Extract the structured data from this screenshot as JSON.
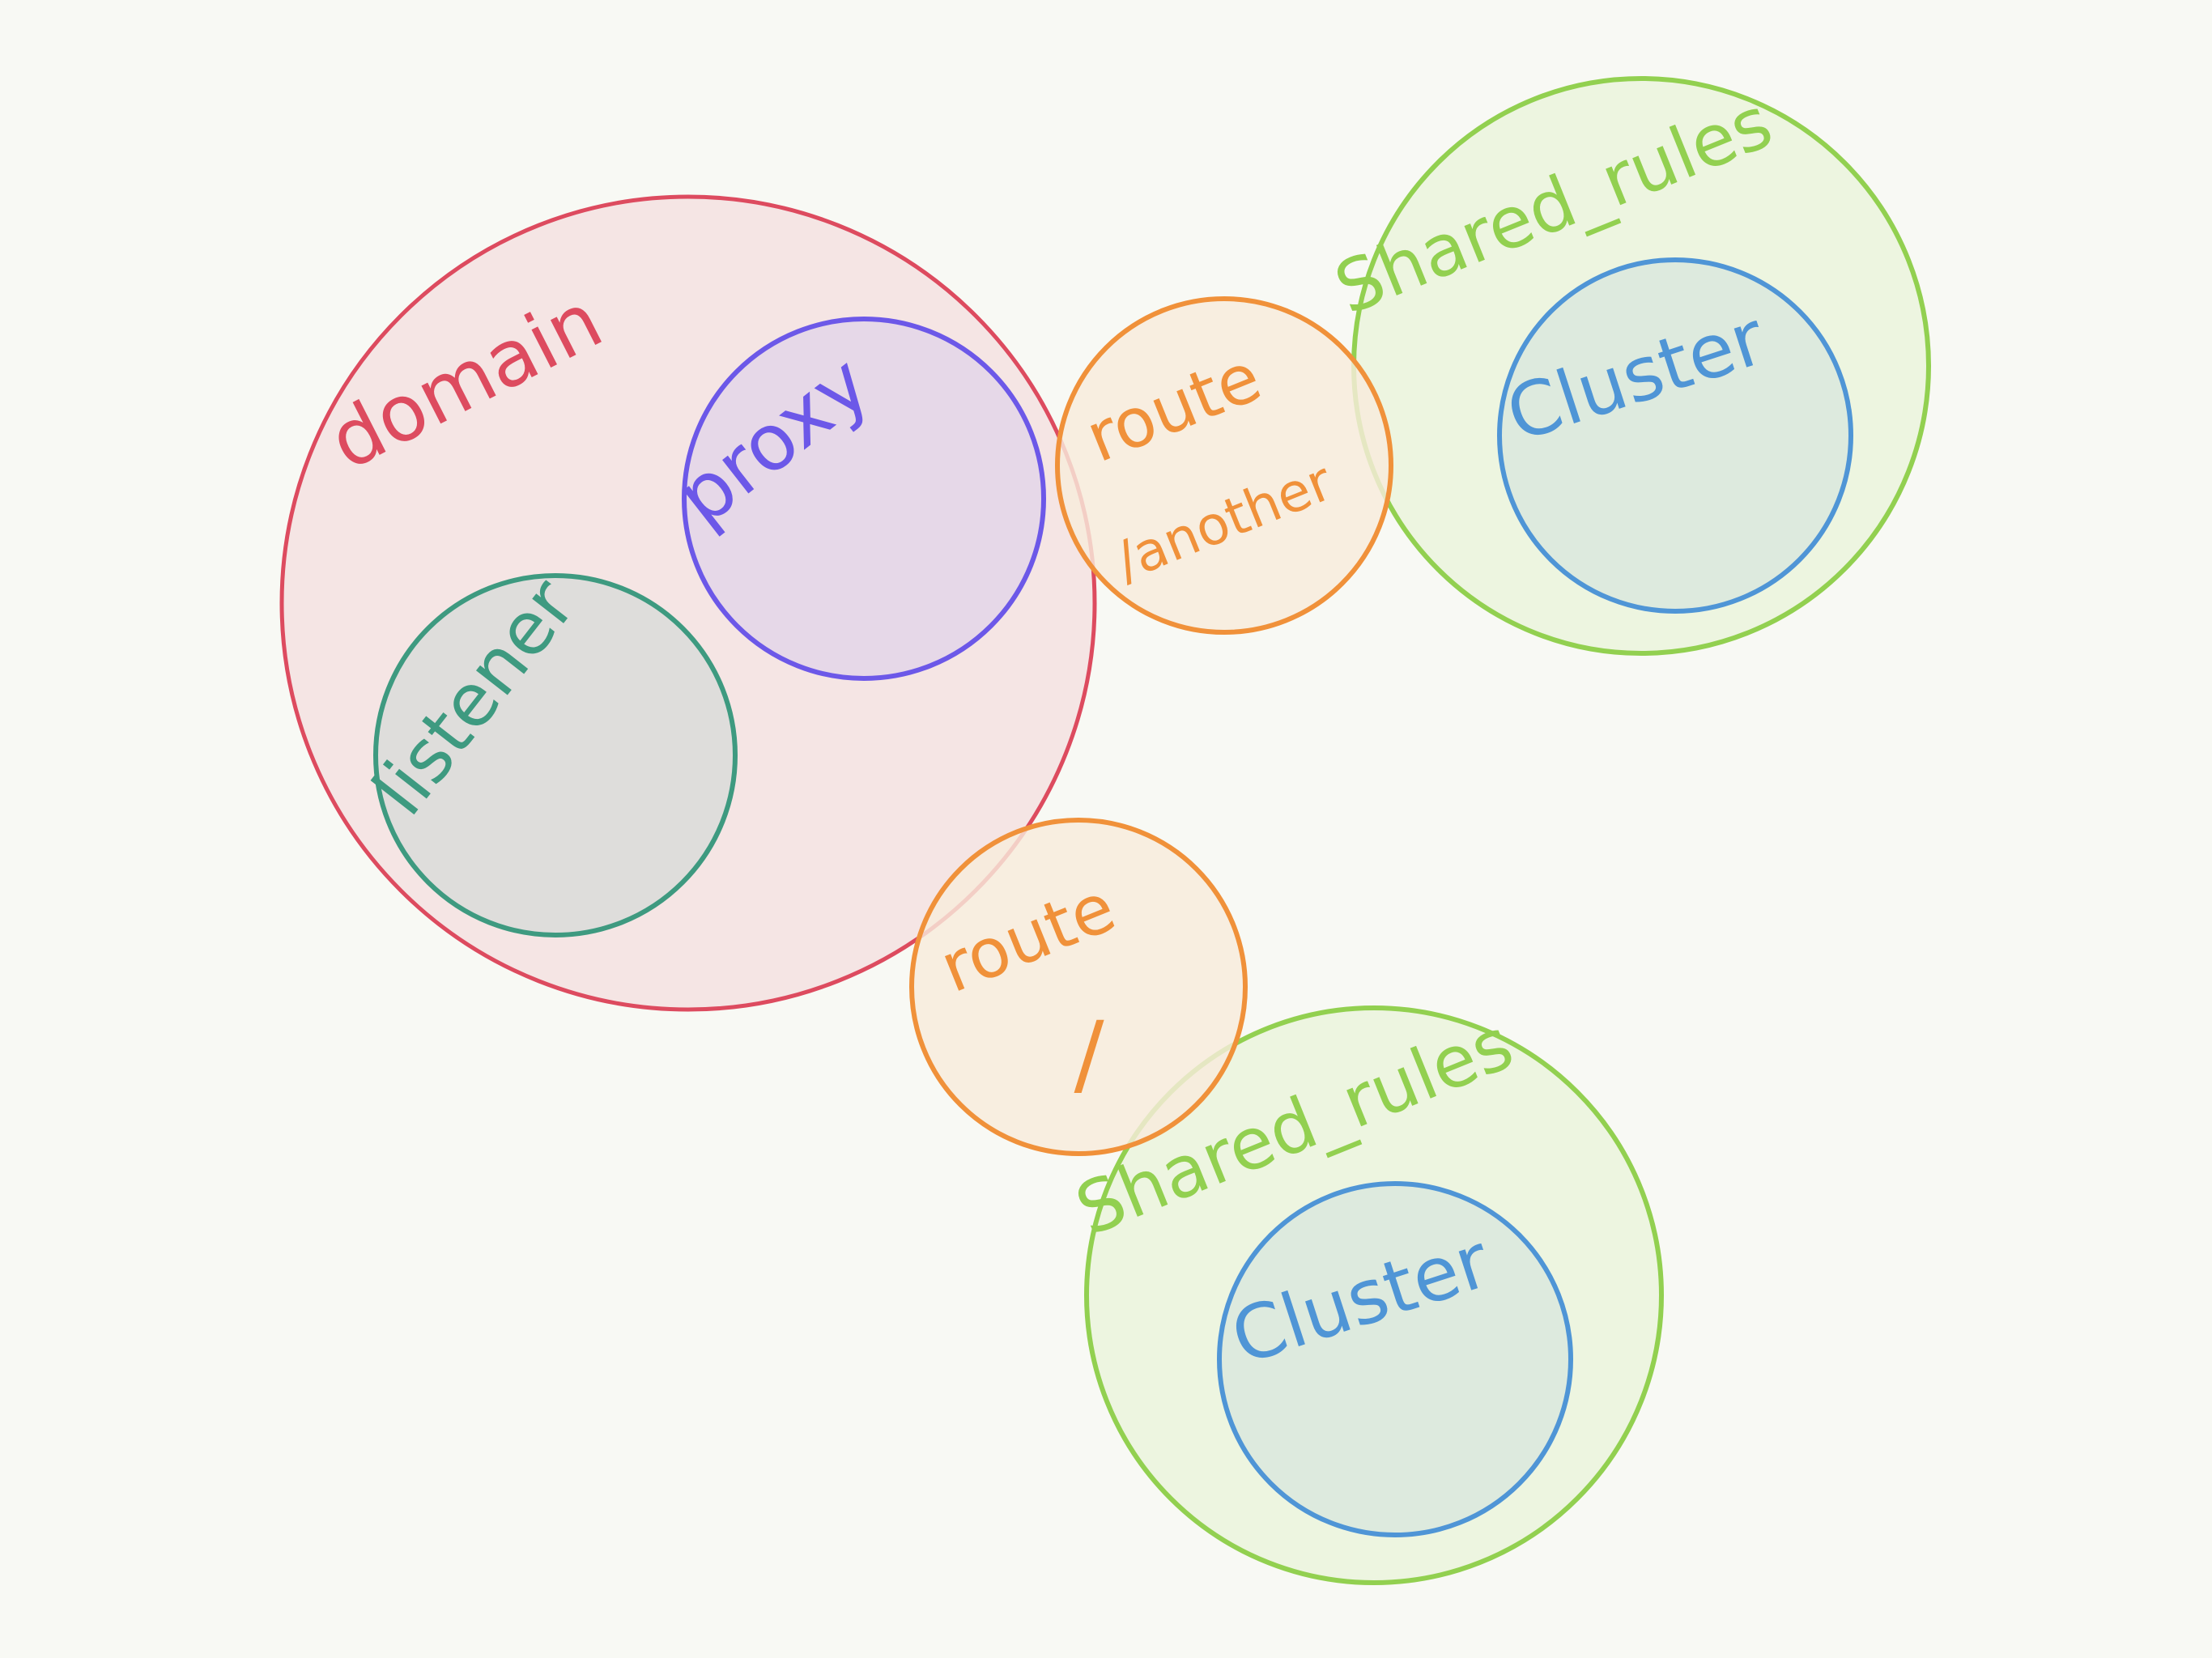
{
  "diagram": {
    "background": "#f8f9f4",
    "nodes": [
      {
        "id": "domain",
        "label": "domain",
        "stroke": "#dd4b5f",
        "fill": "#f5e5e4"
      },
      {
        "id": "proxy",
        "label": "proxy",
        "stroke": "#6c58e8",
        "fill": "#e6d8e8"
      },
      {
        "id": "listener",
        "label": "listener",
        "stroke": "#3e9a80",
        "fill": "#dedddb"
      },
      {
        "id": "route-another",
        "label": "route",
        "sublabel": "/another",
        "stroke": "#f0913a",
        "fill": "#f8ecdc"
      },
      {
        "id": "route-root",
        "label": "route",
        "sublabel": "/",
        "stroke": "#f0913a",
        "fill": "#f8ecdc"
      },
      {
        "id": "shared-rules-top",
        "label": "Shared_rules",
        "stroke": "#92d050",
        "fill": "#edf5e0"
      },
      {
        "id": "cluster-top",
        "label": "Cluster",
        "stroke": "#4f95d6",
        "fill": "#ddeade"
      },
      {
        "id": "shared-rules-bottom",
        "label": "Shared_rules",
        "stroke": "#92d050",
        "fill": "#edf5e0"
      },
      {
        "id": "cluster-bottom",
        "label": "Cluster",
        "stroke": "#4f95d6",
        "fill": "#ddeade"
      }
    ]
  }
}
